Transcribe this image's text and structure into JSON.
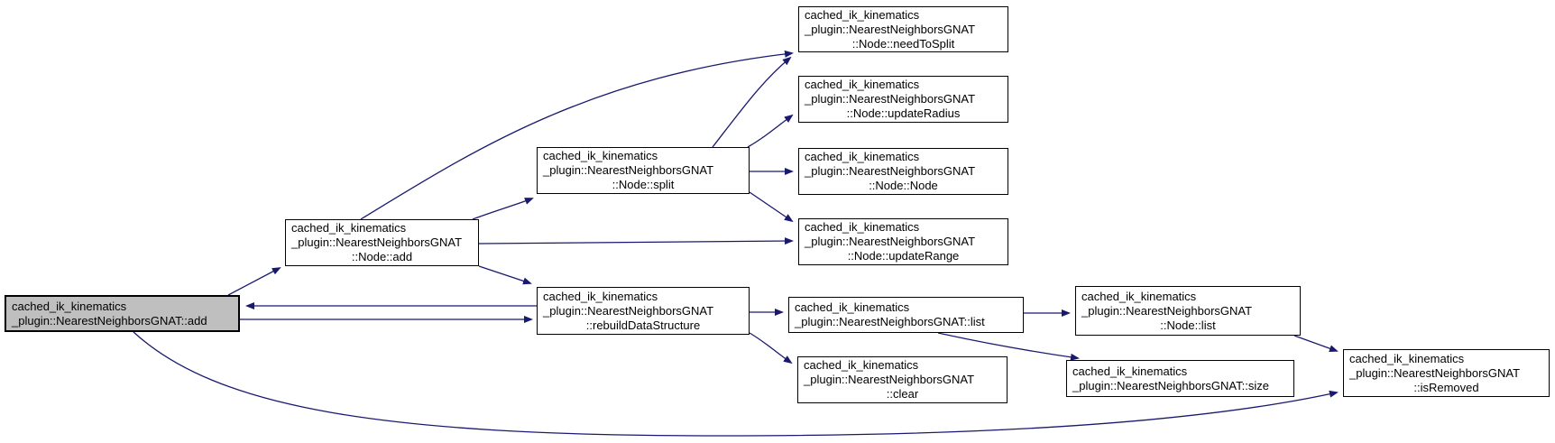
{
  "diagram": {
    "type": "call-graph",
    "background_color": "#ffffff",
    "edge_color": "#191970",
    "node_fill": "#ffffff",
    "node_border_color": "#000000",
    "highlight_fill": "#bfbfbf",
    "nodes": [
      {
        "id": "add",
        "highlight": true,
        "lines": [
          "cached_ik_kinematics",
          "_plugin::NearestNeighborsGNAT::add"
        ]
      },
      {
        "id": "node-add",
        "highlight": false,
        "lines": [
          "cached_ik_kinematics",
          "_plugin::NearestNeighborsGNAT",
          "::Node::add"
        ]
      },
      {
        "id": "split",
        "highlight": false,
        "lines": [
          "cached_ik_kinematics",
          "_plugin::NearestNeighborsGNAT",
          "::Node::split"
        ]
      },
      {
        "id": "rebuild",
        "highlight": false,
        "lines": [
          "cached_ik_kinematics",
          "_plugin::NearestNeighborsGNAT",
          "::rebuildDataStructure"
        ]
      },
      {
        "id": "need-to-split",
        "highlight": false,
        "lines": [
          "cached_ik_kinematics",
          "_plugin::NearestNeighborsGNAT",
          "::Node::needToSplit"
        ]
      },
      {
        "id": "update-radius",
        "highlight": false,
        "lines": [
          "cached_ik_kinematics",
          "_plugin::NearestNeighborsGNAT",
          "::Node::updateRadius"
        ]
      },
      {
        "id": "node-node",
        "highlight": false,
        "lines": [
          "cached_ik_kinematics",
          "_plugin::NearestNeighborsGNAT",
          "::Node::Node"
        ]
      },
      {
        "id": "update-range",
        "highlight": false,
        "lines": [
          "cached_ik_kinematics",
          "_plugin::NearestNeighborsGNAT",
          "::Node::updateRange"
        ]
      },
      {
        "id": "list",
        "highlight": false,
        "lines": [
          "cached_ik_kinematics",
          "_plugin::NearestNeighborsGNAT::list"
        ]
      },
      {
        "id": "clear",
        "highlight": false,
        "lines": [
          "cached_ik_kinematics",
          "_plugin::NearestNeighborsGNAT",
          "::clear"
        ]
      },
      {
        "id": "node-list",
        "highlight": false,
        "lines": [
          "cached_ik_kinematics",
          "_plugin::NearestNeighborsGNAT",
          "::Node::list"
        ]
      },
      {
        "id": "size",
        "highlight": false,
        "lines": [
          "cached_ik_kinematics",
          "_plugin::NearestNeighborsGNAT::size"
        ]
      },
      {
        "id": "is-removed",
        "highlight": false,
        "lines": [
          "cached_ik_kinematics",
          "_plugin::NearestNeighborsGNAT",
          "::isRemoved"
        ]
      }
    ],
    "edges": [
      {
        "from": "add",
        "to": "node-add"
      },
      {
        "from": "rebuild",
        "to": "add"
      },
      {
        "from": "add",
        "to": "rebuild"
      },
      {
        "from": "add",
        "to": "is-removed"
      },
      {
        "from": "node-add",
        "to": "split"
      },
      {
        "from": "node-add",
        "to": "need-to-split"
      },
      {
        "from": "node-add",
        "to": "update-range"
      },
      {
        "from": "node-add",
        "to": "rebuild"
      },
      {
        "from": "split",
        "to": "need-to-split"
      },
      {
        "from": "split",
        "to": "update-radius"
      },
      {
        "from": "split",
        "to": "node-node"
      },
      {
        "from": "split",
        "to": "update-range"
      },
      {
        "from": "rebuild",
        "to": "list"
      },
      {
        "from": "rebuild",
        "to": "clear"
      },
      {
        "from": "list",
        "to": "node-list"
      },
      {
        "from": "list",
        "to": "size"
      },
      {
        "from": "node-list",
        "to": "is-removed"
      }
    ]
  }
}
